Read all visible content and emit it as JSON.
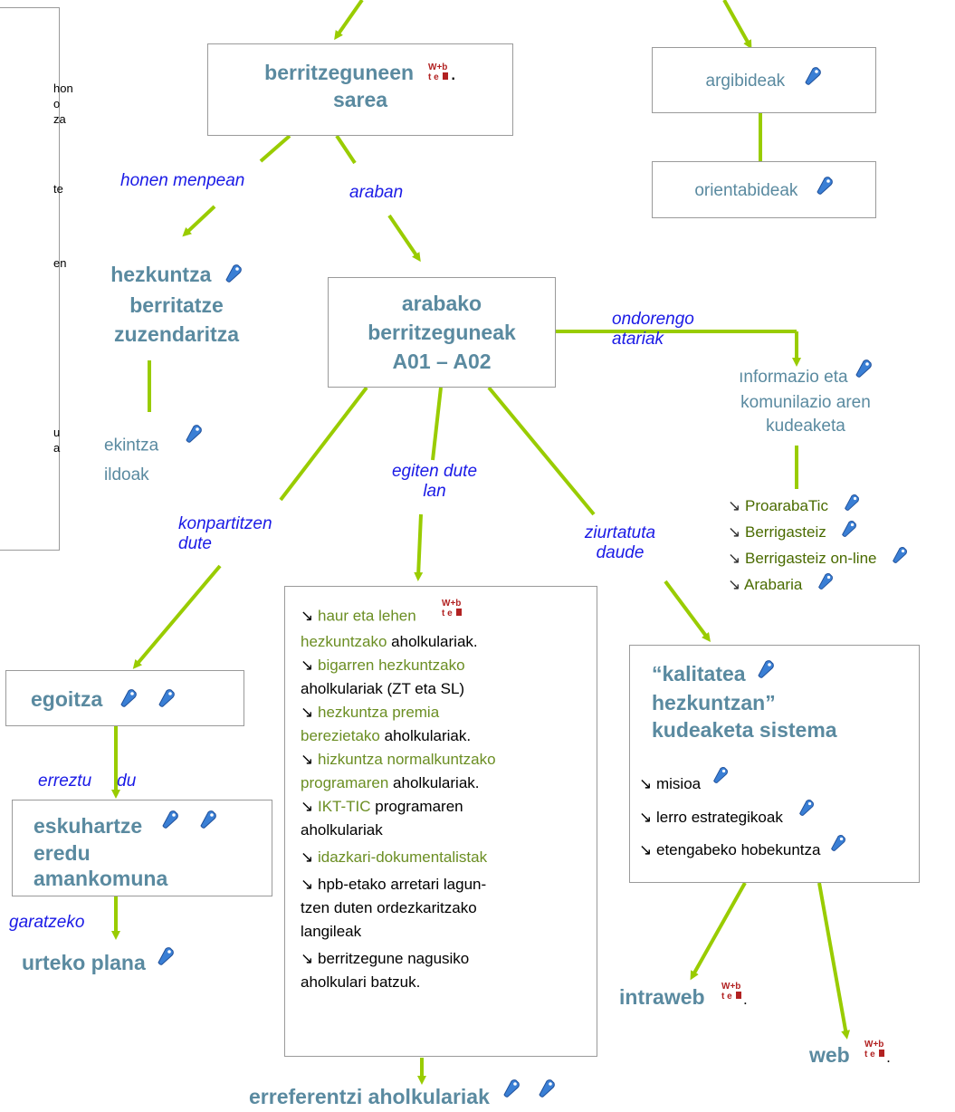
{
  "top": {
    "berritzeguneen_line1": "berritzeguneen",
    "berritzeguneen_line2": "sarea",
    "argibideak": "argibideak",
    "orientabideak": "orientabideak"
  },
  "left_panel": {
    "fragments": [
      "hon",
      "o",
      "za",
      "te",
      "en",
      "u",
      "a"
    ]
  },
  "labels": {
    "honen_menpean": "honen menpean",
    "araban": "araban",
    "ondorengo_1": "ondorengo",
    "ondorengo_2": "atariak",
    "egiten_1": "egiten dute",
    "egiten_2": "lan",
    "konpartitzen_1": "konpartitzen",
    "konpartitzen_2": "dute",
    "ziurtatuta_1": "ziurtatuta",
    "ziurtatuta_2": "daude",
    "erreztu_1": "erreztu",
    "erreztu_2": "du",
    "garatzeko": "garatzeko"
  },
  "hezkuntza": {
    "line1": "hezkuntza",
    "line2": "berritatze",
    "line3": "zuzendaritza",
    "ekintza_1": "ekintza",
    "ekintza_2": "ildoak"
  },
  "arabako": {
    "line1": "arabako",
    "line2": "berritzeguneak",
    "line3": "A01 – A02"
  },
  "informazio": {
    "line1": "ınformazio eta",
    "line2": "komunilazio aren",
    "line3": "kudeaketa",
    "links": [
      "ProarabaTic",
      "Berrigasteiz",
      "Berrigasteiz on-line",
      "Arabaria"
    ]
  },
  "advisors": {
    "items": [
      {
        "green": "haur eta lehen",
        "green2": "hezkuntzako",
        "rest": " aholkulariak."
      },
      {
        "green": "bigarren hezkuntzako",
        "rest2": "aholkulariak (ZT eta SL)"
      },
      {
        "green": "hezkuntza premia",
        "green2": "berezietako",
        "rest": " aholkulariak."
      },
      {
        "green": "hizkuntza normalkuntzako",
        "green2": "programaren",
        "rest": " aholkulariak."
      },
      {
        "green": "IKT-TIC",
        "rest": " programaren",
        "rest2": "aholkulariak"
      },
      {
        "green": "idazkari-dokumentalistak"
      },
      {
        "plain1": "hpb-etako arretari lagun-",
        "plain2": "tzen duten ordezkaritzako",
        "plain3": "langileak"
      },
      {
        "plain1": "berritzegune nagusiko",
        "plain2": "aholkulari batzuk."
      }
    ]
  },
  "kalitatea": {
    "line1": "“kalitatea",
    "line2": "hezkuntzan”",
    "line3": "kudeaketa sistema",
    "items": [
      "misioa",
      "lerro estrategikoak",
      "etengabeko hobekuntza"
    ]
  },
  "bottom": {
    "egoitza": "egoitza",
    "eskuhartze_1": "eskuhartze",
    "eskuhartze_2": "eredu",
    "eskuhartze_3": "amankomuna",
    "urteko": "urteko plana",
    "erreferentzi": "erreferentzi aholkulariak",
    "intraweb": "intraweb",
    "web": "web",
    "dot": "."
  },
  "colors": {
    "arrow": "#99cc00",
    "title": "#5a8aa0",
    "label": "#1a1ae6",
    "green_text": "#6b8e23",
    "dark_green_text": "#4a6b00",
    "border": "#9a9a9a"
  },
  "icons": {
    "tag": "tag-icon",
    "webex": "webex-logo",
    "arrow_bullet": "↘"
  }
}
